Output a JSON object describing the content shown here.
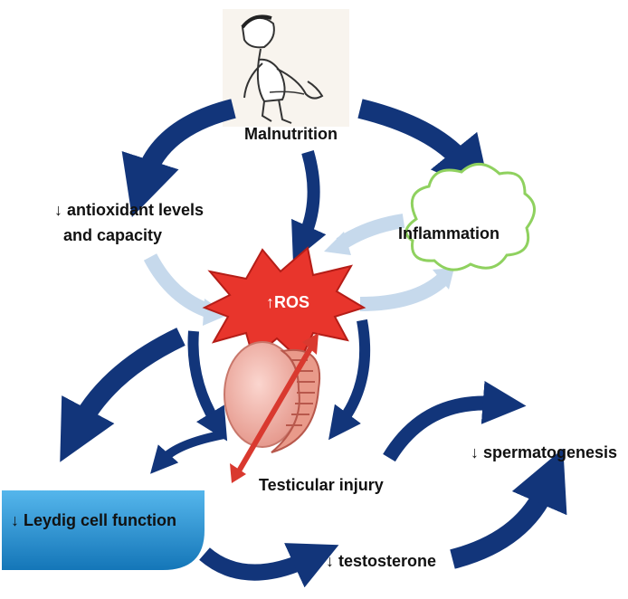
{
  "nodes": {
    "malnutrition": "Malnutrition",
    "antioxidant_line1": "↓ antioxidant levels",
    "antioxidant_line2": "and capacity",
    "inflammation": "Inflammation",
    "ros": "↑ROS",
    "testicular_injury": "Testicular injury",
    "spermatogenesis": "↓ spermatogenesis",
    "leydig": "↓ Leydig cell function",
    "testosterone": "↓ testosterone"
  },
  "colors": {
    "dark_arrow": "#12357a",
    "light_arrow": "#c6d9ec",
    "ros_star": "#e8352c",
    "leydig_fill": "#2a8fd0",
    "cloud_stroke": "#8fd15f",
    "red_arrow": "#d9392f"
  },
  "icons": {
    "figure": "malnourished-child-sketch",
    "organ": "testis-illustration"
  }
}
